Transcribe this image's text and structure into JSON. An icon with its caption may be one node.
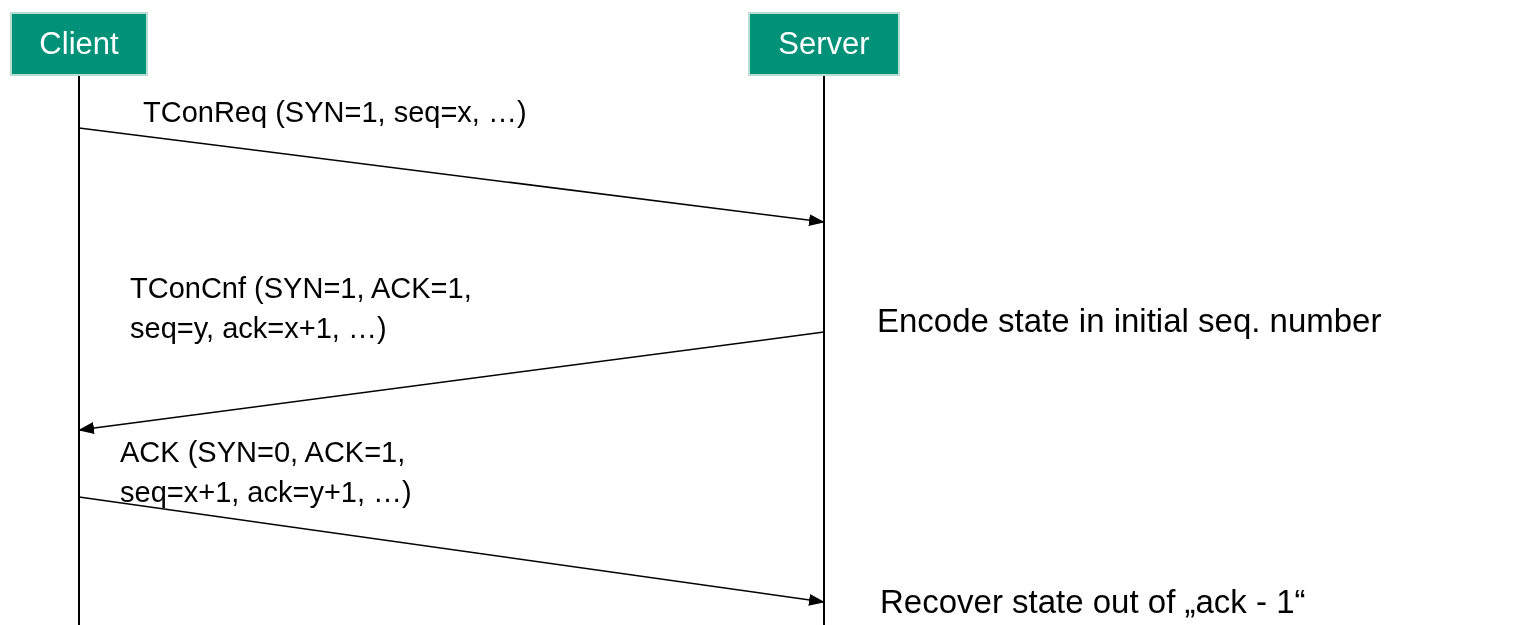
{
  "diagram": {
    "nodes": [
      {
        "text": [
          "Client"
        ]
      },
      {
        "text": [
          "Server"
        ]
      }
    ],
    "edges": [
      {
        "from": 0,
        "to": 1,
        "arrow": "to",
        "label": "TConReq (SYN=1, seq=x, …)"
      },
      {
        "from": 1,
        "to": 0,
        "arrow": "to",
        "label": "TConCnf (SYN=1, ACK=1, seq=y, ack=x+1, …)"
      },
      {
        "from": 0,
        "to": 1,
        "arrow": "to",
        "label": "ACK (SYN=0, ACK=1, seq=x+1, ack=y+1, …)"
      }
    ],
    "labels": [
      "Encode state in initial seq. number",
      "Recover state out of „ack - 1“"
    ]
  }
}
